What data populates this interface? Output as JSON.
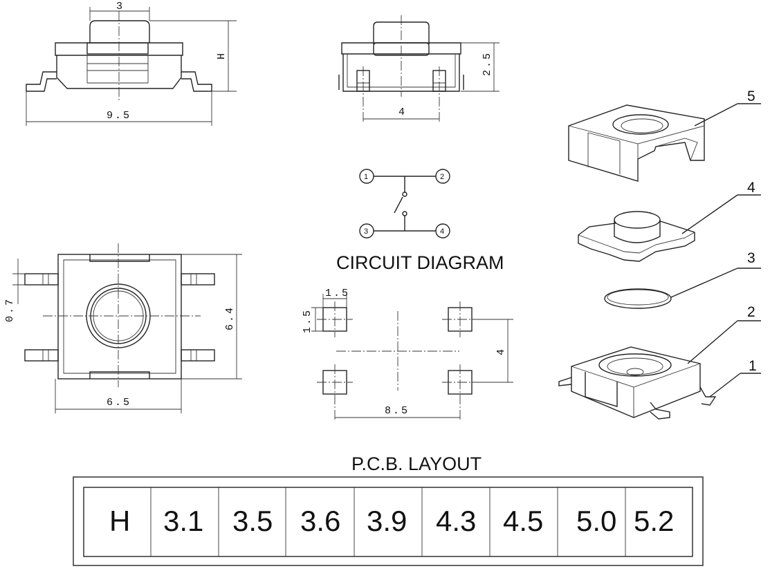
{
  "dimensions": {
    "top_width": "3",
    "height": "H",
    "overall_length": "9.5",
    "side_height": "2.5",
    "side_pitch": "4",
    "pin_width": "0.7",
    "body_height": "6.4",
    "body_width": "6.5",
    "pad_width": "1.5",
    "pad_height": "1.5",
    "pad_vertical_pitch": "4",
    "pad_horizontal_pitch": "8.5"
  },
  "circuit": {
    "title": "CIRCUIT DIAGRAM",
    "pins": [
      "1",
      "2",
      "3",
      "4"
    ]
  },
  "pcb_title": "P.C.B. LAYOUT",
  "exploded_parts": [
    "5",
    "4",
    "3",
    "2",
    "1"
  ],
  "height_table": {
    "header": "H",
    "values": [
      "3.1",
      "3.5",
      "3.6",
      "3.9",
      "4.3",
      "4.5",
      "5.0",
      "5.2"
    ]
  }
}
